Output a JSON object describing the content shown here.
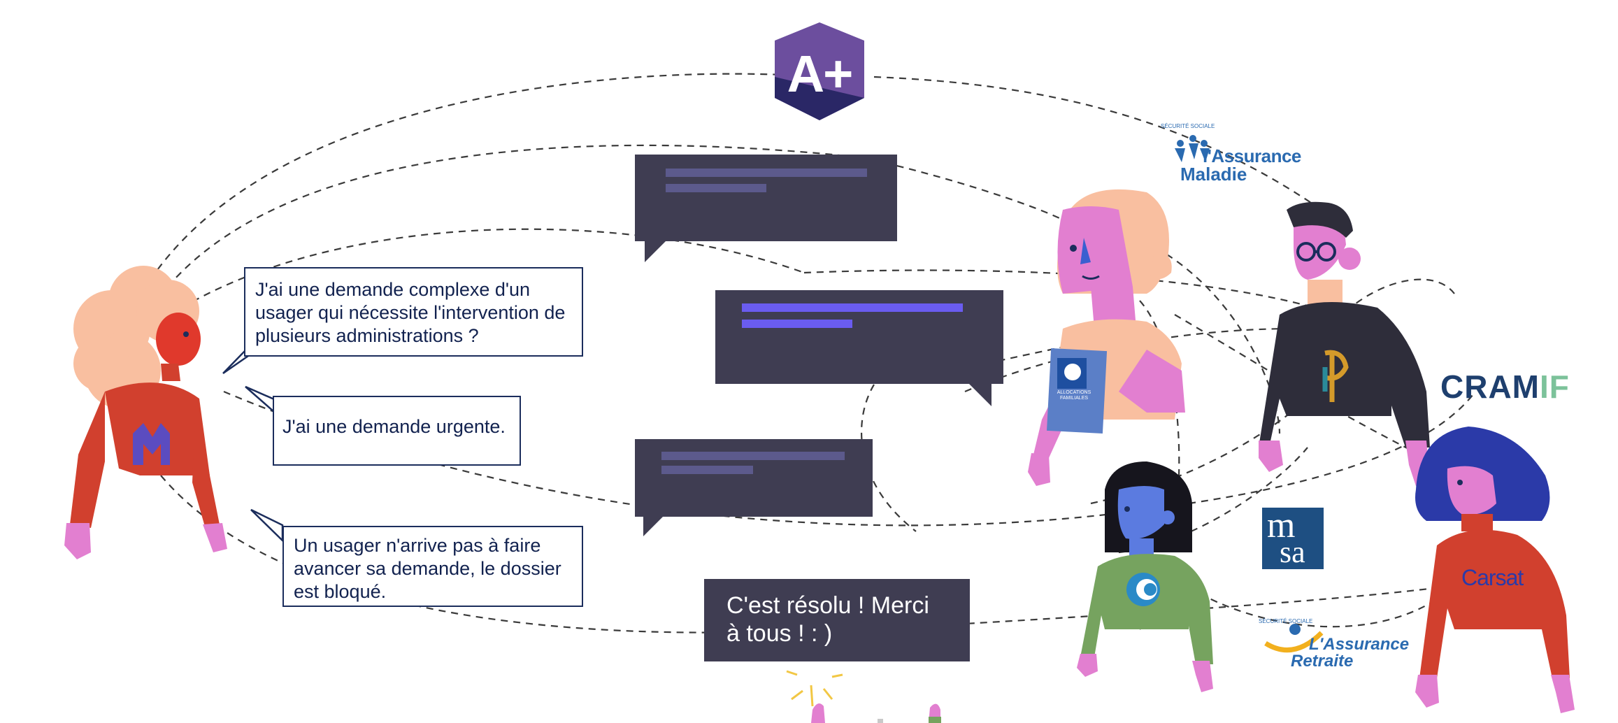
{
  "messages": [
    {
      "text": "J'ai une demande complexe d'un usager qui nécessite l'intervention de plusieurs administrations ?"
    },
    {
      "text": "J'ai une demande urgente."
    },
    {
      "text": "Un usager n'arrive pas à faire avancer sa demande, le dossier est bloqué."
    }
  ],
  "resolved": {
    "line1": "C'est résolu ! Merci",
    "line2": "à  tous ! : )"
  },
  "logos": {
    "aplus": "A+",
    "assurance_maladie_top": "SÉCURITÉ SOCIALE",
    "assurance_maladie_l1": "l'Assurance",
    "assurance_maladie_l2": "Maladie",
    "cramif_a": "CRAM",
    "cramif_b": "IF",
    "msa_a": "m",
    "msa_b": "sa",
    "carsat": "Carsat",
    "retraite_top": "SÉCURITÉ SOCIALE",
    "retraite_l1": "L'Assurance",
    "retraite_l2": "Retraite",
    "caf_label": "ALLOCATIONS FAMILIALES"
  },
  "colors": {
    "bubble_dark": "#3f3d52",
    "bar_light": "#5c5a8c",
    "bar_bright": "#6a5cf0",
    "text_navy": "#12224f",
    "aplus_purple": "#6c4e9e",
    "aplus_navy": "#2a2766",
    "red_sweater": "#d1402e",
    "skin_pink": "#e27fd0",
    "skin_blue": "#5b7be0",
    "hair_peach": "#f9bfa0",
    "green_sweater": "#76a35f",
    "dark_jacket": "#2e2d3a"
  },
  "icons": [
    "dashed-network-lines",
    "a-plus-hex-logo",
    "caf-book-icon",
    "france-services-m-icon",
    "applause-hands-icon"
  ]
}
